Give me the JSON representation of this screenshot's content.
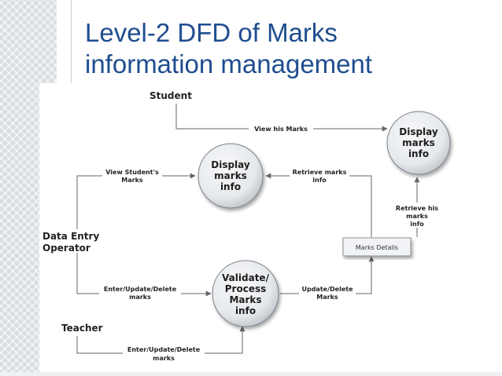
{
  "slide": {
    "title_line1": "Level-2 DFD of Marks",
    "title_line2": "information management"
  },
  "entities": {
    "student": "Student",
    "data_entry_line1": "Data Entry",
    "data_entry_line2": "Operator",
    "teacher": "Teacher"
  },
  "processes": {
    "display_right": [
      "Display",
      "marks",
      "info"
    ],
    "display_left": [
      "Display",
      "marks",
      "info"
    ],
    "validate": [
      "Validate/",
      "Process",
      "Marks",
      "info"
    ]
  },
  "data_store": {
    "label": "Marks Details"
  },
  "flows": {
    "view_his_marks": "View his Marks",
    "view_students_marks": [
      "View Student's",
      "Marks"
    ],
    "retrieve_marks_info": [
      "Retrieve marks",
      "info"
    ],
    "retrieve_his_marks_info": [
      "Retrieve his",
      "marks",
      "info"
    ],
    "enter_update_delete_op": [
      "Enter/Update/Delete",
      "marks"
    ],
    "update_delete_marks": [
      "Update/Delete",
      "Marks"
    ],
    "enter_update_delete_teacher": [
      "Enter/Update/Delete",
      "marks"
    ]
  },
  "colors": {
    "title": "#1f4d8f",
    "process_fill": "#e6e9ec",
    "line": "#666666"
  }
}
